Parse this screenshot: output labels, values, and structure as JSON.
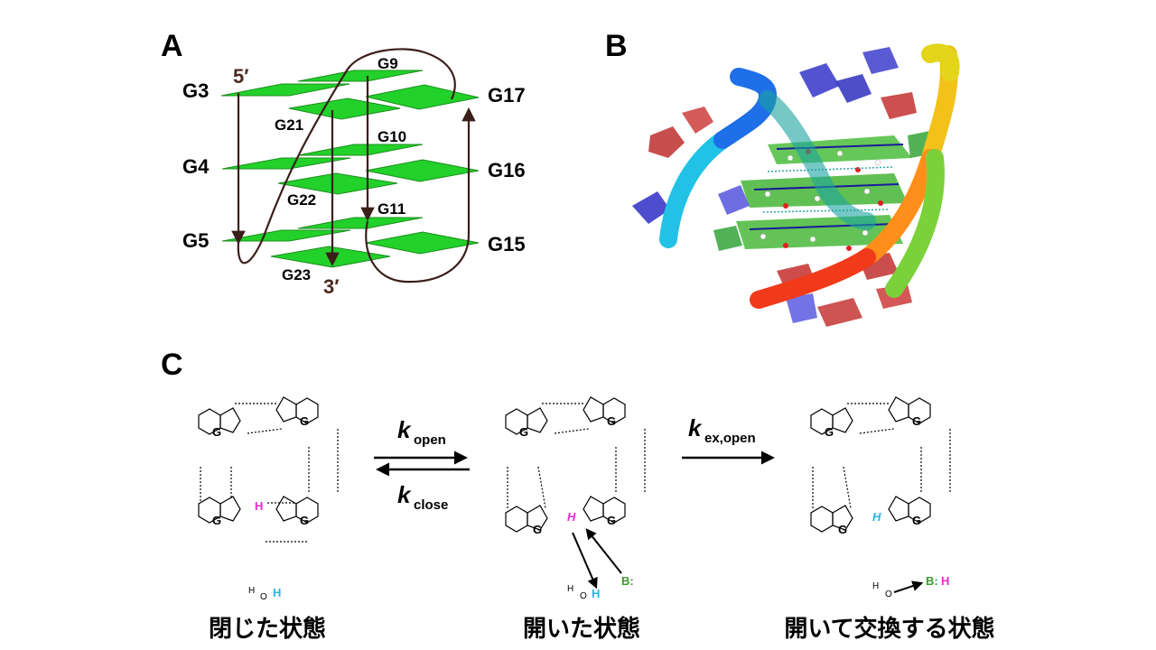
{
  "panels": {
    "A": "A",
    "B": "B",
    "C": "C"
  },
  "quadruplex_A": {
    "five_prime": "5′",
    "three_prime": "3′",
    "labels": [
      "G3",
      "G4",
      "G5",
      "G9",
      "G10",
      "G11",
      "G15",
      "G16",
      "G17",
      "G21",
      "G22",
      "G23"
    ]
  },
  "scheme_C": {
    "base_letter": "G",
    "k_open": {
      "k": "k",
      "sub": "open"
    },
    "k_close": {
      "k": "k",
      "sub": "close"
    },
    "k_ex_open": {
      "k": "k",
      "sub": "ex,open"
    },
    "imino_H": "H",
    "water": {
      "h": "H",
      "o": "O",
      "h2": "H"
    },
    "base_B": "B:",
    "BH": {
      "b": "B:",
      "h": "H"
    }
  },
  "captions": {
    "closed": "閉じた状態",
    "open": "開いた状態",
    "exchange": "開いて交換する状態"
  },
  "colors": {
    "plane_green": "#22d12a",
    "strand": "#3b1f1a",
    "magenta": "#e22bd8",
    "cyan": "#21b7e9",
    "base_green": "#3c9a2c"
  }
}
